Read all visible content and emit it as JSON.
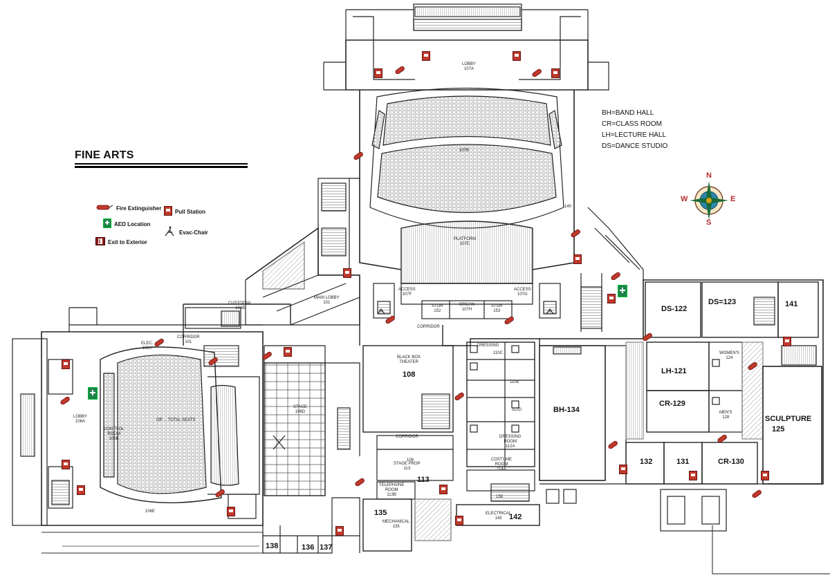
{
  "title": "FINE ARTS",
  "abbreviations": [
    "BH=BAND HALL",
    "CR=CLASS ROOM",
    "LH=LECTURE HALL",
    "DS=DANCE STUDIO"
  ],
  "legend": {
    "fire_extinguisher": "Fire Extinguisher",
    "pull_station": "Pull Station",
    "aed": "AED Location",
    "evac_chair": "Evac-Chair",
    "exit": "Exit to Exterior"
  },
  "compass": {
    "n": "N",
    "s": "S",
    "e": "E",
    "w": "W"
  },
  "symbol_labels": {
    "aed": "AED",
    "pull": "FIRE"
  },
  "rooms": {
    "lobby_107a": "LOBBY\n107A",
    "r107b": "107B",
    "platform_107c": "PLATFORM\n107C",
    "access_107f": "ACCESS\n107F",
    "access_107g": "ACCESS\n107G",
    "storage_152": "STOR\n152",
    "organ_107h": "ORGAN\n107H",
    "storage_153": "STOR\n153",
    "main_lobby_101": "MAIN LOBBY\n101",
    "corridor_top": "CORRIDOR",
    "corridor_101": "CORRIDOR\n101",
    "custodial_104b": "CUSTODIAL\n104B",
    "elec_106h": "ELEC.\n106H",
    "black_box": "BLACK BOX\nTHEATER",
    "r108": "108",
    "stage_106d": "STAGE\n106D",
    "lobby_106a": "LOBBY\n106A",
    "control_106b": "CONTROL\nROOM\n106B",
    "seats": "OP ... TOTAL SEATS",
    "r106e": "106E",
    "dressing": "DRESSING",
    "r110c": "110C",
    "r110e": "110E",
    "r112d": "112D",
    "dressing_112a": "DRESSING\nROOM\n112A",
    "costume_114a": "COSTUME\nROOM\n114A",
    "r158": "158",
    "stage_prop": "STAGE PROP\n113",
    "r113": "113",
    "telephone_113b": "TELEPHONE\nROOM\n113B",
    "r135": "135",
    "mechanical_135": "MECHANICAL\n135",
    "electrical_143": "ELECTRICAL\n143",
    "r142": "142",
    "bh134": "BH-134",
    "ds122": "DS-122",
    "ds123": "DS=123",
    "r141": "141",
    "lh121": "LH-121",
    "cr129": "CR-129",
    "womens_124": "WOMEN'S\n124",
    "mens_128": "MEN'S\n128",
    "sculpture": "SCULPTURE",
    "r125": "125",
    "r132": "132",
    "r131": "131",
    "cr130": "CR-130",
    "r138": "138",
    "r136": "136",
    "r137": "137",
    "r140": "140",
    "r109": "109",
    "corridor_mid": "CORRIDOR"
  }
}
